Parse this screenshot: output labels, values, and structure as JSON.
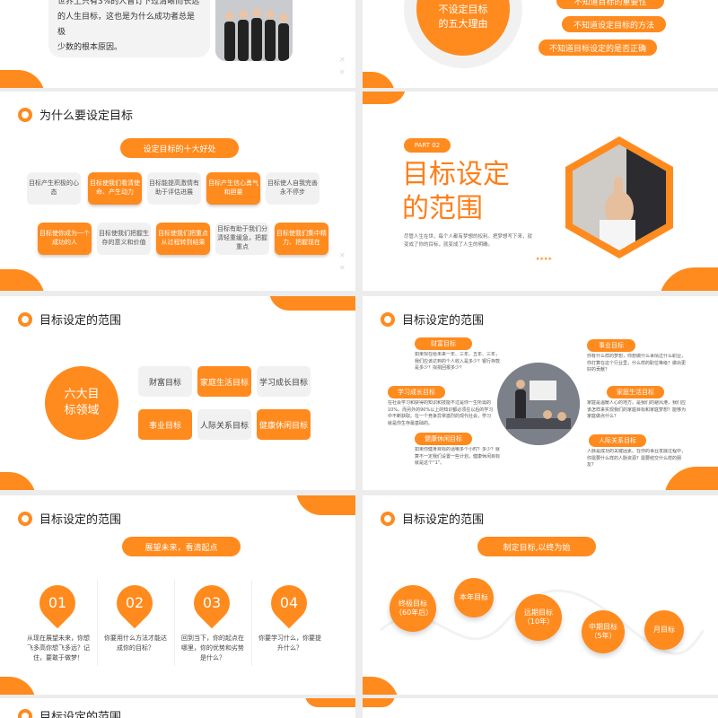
{
  "slide1": {
    "intro_line1": "世界上只有3%的人曾订下过清晰而长远",
    "intro_line2": "的人生目标，这也是为什么成功者总是极",
    "intro_line3": "少数的根本原因。",
    "circle_text_1": "不设定目标",
    "circle_text_2": "的五大理由",
    "reasons": [
      "不知道目标的重要性",
      "不知道设定目标的方法",
      "不知道目标设定的是否正确"
    ]
  },
  "slide2": {
    "title": "为什么要设定目标",
    "banner": "设定目标的十大好处",
    "benefits": [
      "目标产生积极的心态",
      "目标使我们看清使命、产生动力",
      "目标能提高激情有助于评估进展",
      "目标产生信心勇气和胆量",
      "目标使人自我完善永不停步",
      "目标使你成为一个成功的人",
      "目标使我们把握生存的意义和价值",
      "目标使我们把重点从过程转到结果",
      "目标有助于我们分清轻重缓急，把握重点",
      "目标使我们集中精力、把握现在"
    ]
  },
  "slide3": {
    "part": "PART 02",
    "title_line1": "目标设定",
    "title_line2": "的范围",
    "desc_line1": "尽管人生在世，每个人都有梦想的权利。把梦想写下来，就",
    "desc_line2": "变成了你的目标，就变成了人生的明确。"
  },
  "slide4": {
    "title": "目标设定的范围",
    "center_line1": "六大目",
    "center_line2": "标领域",
    "domains": [
      "财富目标",
      "家庭生活目标",
      "学习成长目标",
      "事业目标",
      "人际关系目标",
      "健康休闲目标"
    ]
  },
  "slide5": {
    "title": "目标设定的范围",
    "labels": [
      "财富目标",
      "学习成长目标",
      "健康休闲目标",
      "事业目标",
      "家庭生活目标",
      "人际关系目标"
    ],
    "texts": [
      "如果现在给未来一年、三年、五年、三年，我们应该达到的个人收入是多少？银行存款是多少？拟捐回报多少？",
      "在社会学习和获得的知识和技能不过是你一生所需的10%。而另外的90%以上的知识都必须在以后的学习中不断获取。在一个竞争异常激烈的现代社会，学习就是你生存最基础的。",
      "如果你健身目标的话哪多个小时？多少？就算不一定我们设置一些计划，健康休闲目标就是这个“1”。",
      "你有什么样的梦想，你想做什么事情过什么职业，你打算在这个行业里，什么样的职位等级？做出更好的贡献？",
      "家庭是温暖人心的地方。是我们的避风港，我们应该怎样来实现我们的家庭目标和家庭梦想？能够为家庭做点什么？",
      "人脉是成功的关键因素。在你的事业发展过程中，你需要什么样的人脉资源？需要结交什么样的朋友？"
    ]
  },
  "slide6": {
    "title": "目标设定的范围",
    "banner": "展望未来，看清起点",
    "steps": [
      {
        "num": "01",
        "text": "从现在展望未来，你想飞多高你想飞多远？记住，要敢于做梦！"
      },
      {
        "num": "02",
        "text": "你要用什么方法才能达成你的目标？"
      },
      {
        "num": "03",
        "text": "回到当下，你的起点在哪里，你的优势和劣势是什么？"
      },
      {
        "num": "04",
        "text": "你要学习什么，你要提升什么？"
      }
    ]
  },
  "slide7": {
    "title": "目标设定的范围",
    "banner": "制定目标,以终为始",
    "goals": [
      "终极目标（60年后）",
      "本年目标",
      "远期目标（10年）",
      "中期目标（5年）",
      "月目标"
    ]
  },
  "slide8": {
    "title": "目标设定的范围"
  }
}
